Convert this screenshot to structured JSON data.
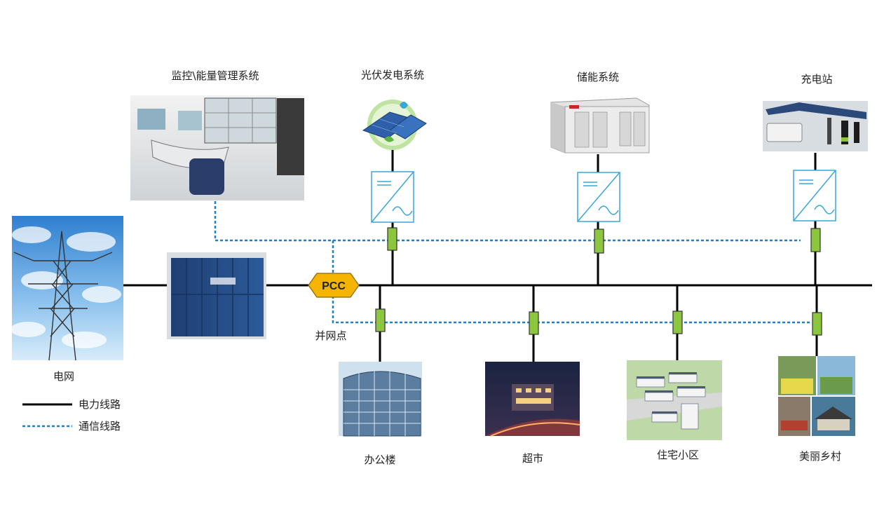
{
  "labels": {
    "monitor": "监控\\能量管理系统",
    "pv": "光伏发电系统",
    "storage": "储能系统",
    "charging": "充电站",
    "grid": "电网",
    "pcc": "PCC",
    "pcc_caption": "并网点",
    "office": "办公楼",
    "supermarket": "超市",
    "residential": "住宅小区",
    "village": "美丽乡村"
  },
  "legend": {
    "power_line": "电力线路",
    "comm_line": "通信线路"
  },
  "colors": {
    "power_line": "#000000",
    "comm_line": "#1f7fc4",
    "breaker": "#8cc63f",
    "pcc": "#f4b400",
    "converter": "#3aa6d8"
  }
}
